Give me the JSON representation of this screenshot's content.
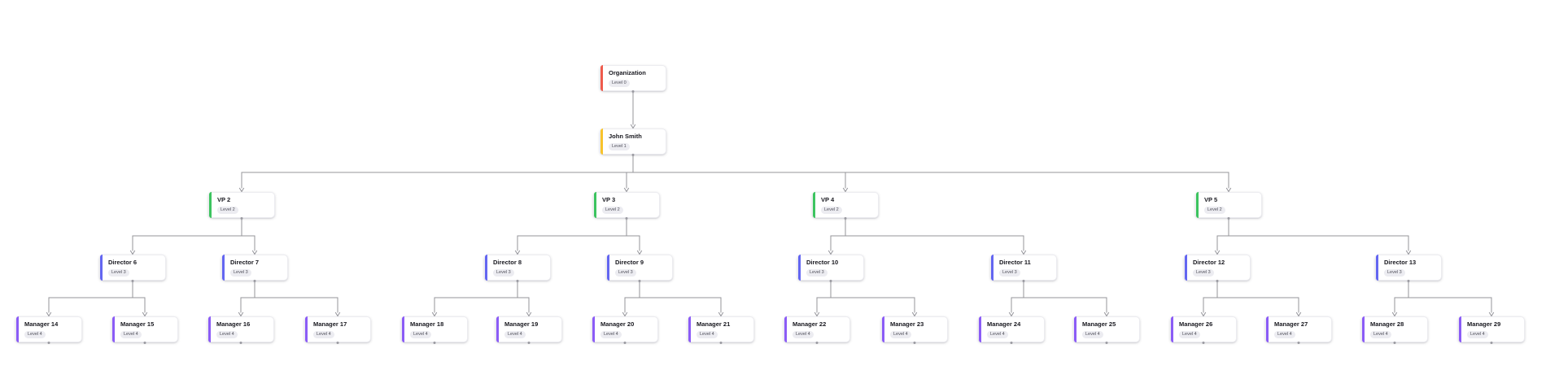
{
  "diagram": {
    "type": "org-chart-tree",
    "background": "#ffffff",
    "levels": [
      "Level 0",
      "Level 1",
      "Level 2",
      "Level 3",
      "Level 4"
    ]
  },
  "level_colors": {
    "lv0": "#ef5b4c",
    "lv1": "#f8c32b",
    "lv2": "#3cc45f",
    "lv3": "#6366f1",
    "lv4": "#8b5cf6"
  },
  "edge_color": "#94949a",
  "nodes": [
    {
      "id": "org",
      "label": "Organization",
      "badge": "Level 0",
      "level": 0,
      "parent": null
    },
    {
      "id": "john",
      "label": "John Smith",
      "badge": "Level 1",
      "level": 1,
      "parent": "org"
    },
    {
      "id": "vp2",
      "label": "VP 2",
      "badge": "Level 2",
      "level": 2,
      "parent": "john"
    },
    {
      "id": "vp3",
      "label": "VP 3",
      "badge": "Level 2",
      "level": 2,
      "parent": "john"
    },
    {
      "id": "vp4",
      "label": "VP 4",
      "badge": "Level 2",
      "level": 2,
      "parent": "john"
    },
    {
      "id": "vp5",
      "label": "VP 5",
      "badge": "Level 2",
      "level": 2,
      "parent": "john"
    },
    {
      "id": "d6",
      "label": "Director 6",
      "badge": "Level 3",
      "level": 3,
      "parent": "vp2"
    },
    {
      "id": "d7",
      "label": "Director 7",
      "badge": "Level 3",
      "level": 3,
      "parent": "vp2"
    },
    {
      "id": "d8",
      "label": "Director 8",
      "badge": "Level 3",
      "level": 3,
      "parent": "vp3"
    },
    {
      "id": "d9",
      "label": "Director 9",
      "badge": "Level 3",
      "level": 3,
      "parent": "vp3"
    },
    {
      "id": "d10",
      "label": "Director 10",
      "badge": "Level 3",
      "level": 3,
      "parent": "vp4"
    },
    {
      "id": "d11",
      "label": "Director 11",
      "badge": "Level 3",
      "level": 3,
      "parent": "vp4"
    },
    {
      "id": "d12",
      "label": "Director 12",
      "badge": "Level 3",
      "level": 3,
      "parent": "vp5"
    },
    {
      "id": "d13",
      "label": "Director 13",
      "badge": "Level 3",
      "level": 3,
      "parent": "vp5"
    },
    {
      "id": "m14",
      "label": "Manager 14",
      "badge": "Level 4",
      "level": 4,
      "parent": "d6"
    },
    {
      "id": "m15",
      "label": "Manager 15",
      "badge": "Level 4",
      "level": 4,
      "parent": "d6"
    },
    {
      "id": "m16",
      "label": "Manager 16",
      "badge": "Level 4",
      "level": 4,
      "parent": "d7"
    },
    {
      "id": "m17",
      "label": "Manager 17",
      "badge": "Level 4",
      "level": 4,
      "parent": "d7"
    },
    {
      "id": "m18",
      "label": "Manager 18",
      "badge": "Level 4",
      "level": 4,
      "parent": "d8"
    },
    {
      "id": "m19",
      "label": "Manager 19",
      "badge": "Level 4",
      "level": 4,
      "parent": "d8"
    },
    {
      "id": "m20",
      "label": "Manager 20",
      "badge": "Level 4",
      "level": 4,
      "parent": "d9"
    },
    {
      "id": "m21",
      "label": "Manager 21",
      "badge": "Level 4",
      "level": 4,
      "parent": "d9"
    },
    {
      "id": "m22",
      "label": "Manager 22",
      "badge": "Level 4",
      "level": 4,
      "parent": "d10"
    },
    {
      "id": "m23",
      "label": "Manager 23",
      "badge": "Level 4",
      "level": 4,
      "parent": "d10"
    },
    {
      "id": "m24",
      "label": "Manager 24",
      "badge": "Level 4",
      "level": 4,
      "parent": "d11"
    },
    {
      "id": "m25",
      "label": "Manager 25",
      "badge": "Level 4",
      "level": 4,
      "parent": "d11"
    },
    {
      "id": "m26",
      "label": "Manager 26",
      "badge": "Level 4",
      "level": 4,
      "parent": "d12"
    },
    {
      "id": "m27",
      "label": "Manager 27",
      "badge": "Level 4",
      "level": 4,
      "parent": "d12"
    },
    {
      "id": "m28",
      "label": "Manager 28",
      "badge": "Level 4",
      "level": 4,
      "parent": "d13"
    },
    {
      "id": "m29",
      "label": "Manager 29",
      "badge": "Level 4",
      "level": 4,
      "parent": "d13"
    }
  ]
}
